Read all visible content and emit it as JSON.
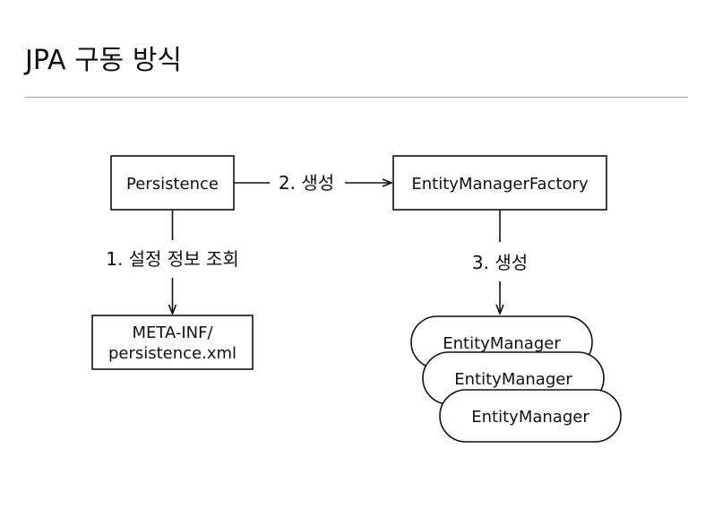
{
  "title": "JPA 구동 방식",
  "nodes": {
    "persistence": "Persistence",
    "factory": "EntityManagerFactory",
    "meta_line1": "META-INF/",
    "meta_line2": "persistence.xml",
    "managers": [
      "EntityManager",
      "EntityManager",
      "EntityManager"
    ]
  },
  "edges": {
    "read_config": "1. 설정 정보 조회",
    "create_factory": "2. 생성",
    "create_manager": "3. 생성"
  }
}
